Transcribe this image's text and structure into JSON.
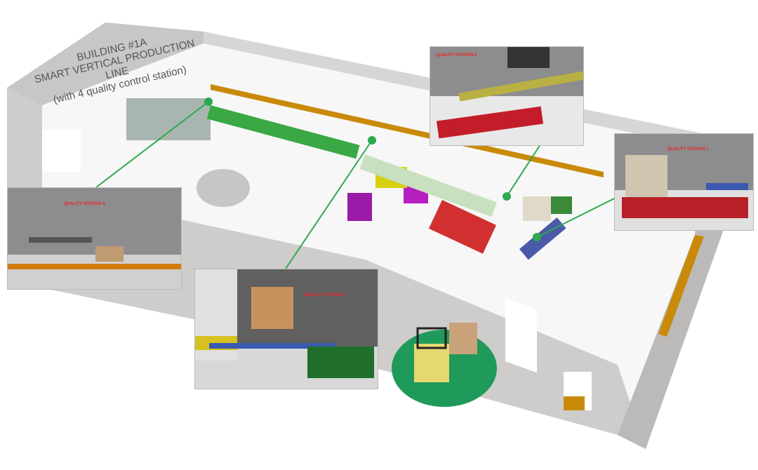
{
  "title": {
    "line1": "BUILDING #1A",
    "line2": "SMART VERTICAL PRODUCTION LINE",
    "line3": "(with 4 quality control station)"
  },
  "stations": [
    {
      "label": "QUALITY STATION 1"
    },
    {
      "label": "QUALITY STATION 2"
    },
    {
      "label": "QUALITY STATION 3"
    },
    {
      "label": "QUALITY STATION 4"
    }
  ],
  "colors": {
    "callout_line": "#2daa4f",
    "forklift_zone": "#1f9a5a",
    "wall": "#cfcdcb",
    "stripe": "#c98a0a",
    "panel_bg": "#8d8d8f",
    "label": "#e22222"
  }
}
